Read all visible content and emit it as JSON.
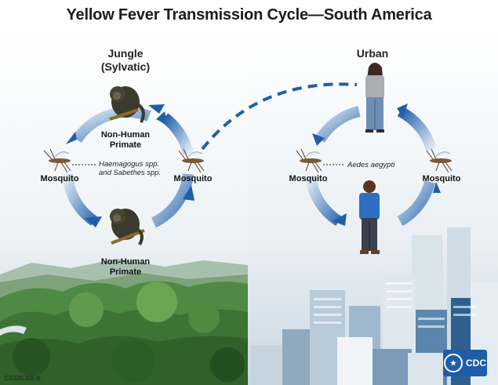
{
  "title": "Yellow Fever Transmission Cycle—South America",
  "jungle": {
    "heading_line1": "Jungle",
    "heading_line2": "(Sylvatic)",
    "host_top_line1": "Non-Human",
    "host_top_line2": "Primate",
    "host_bottom_line1": "Non-Human",
    "host_bottom_line2": "Primate",
    "mosquito_left": "Mosquito",
    "mosquito_right": "Mosquito",
    "species_line1": "Haemagogus spp.",
    "species_line2": "and Sabethes spp."
  },
  "urban": {
    "heading": "Urban",
    "mosquito_left": "Mosquito",
    "mosquito_right": "Mosquito",
    "species": "Aedes aegypti"
  },
  "code": "CS335388-B",
  "logo_text": "CDC",
  "colors": {
    "arrow": "#1f5fa8",
    "arrow_light": "#cfe0f2",
    "jungle_green": "#3f7a3a",
    "sky": "#dde8ef"
  }
}
